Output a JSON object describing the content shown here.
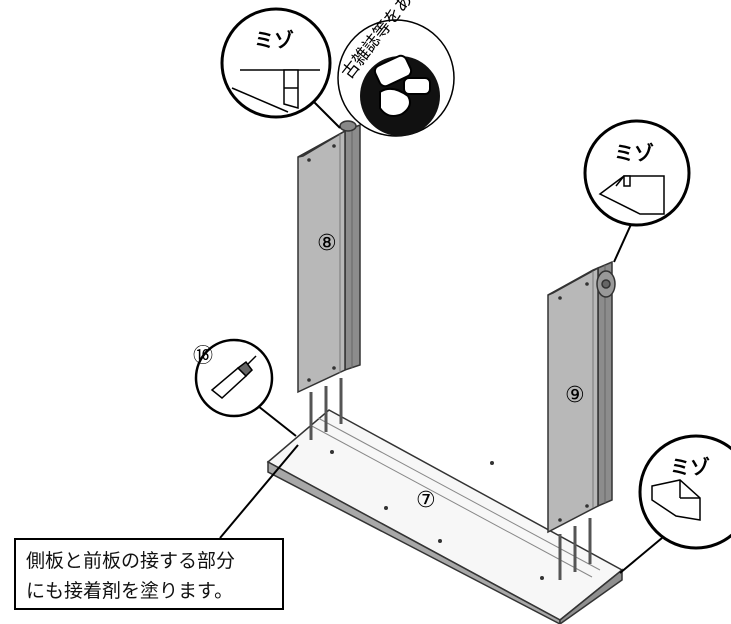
{
  "labels": {
    "groove_label": "ミゾ",
    "hammer_note": "古雑誌等をあてて木!",
    "part_8": "⑧",
    "part_9": "⑨",
    "part_7": "⑦",
    "part_16": "⑯"
  },
  "instruction": {
    "line1": "側板と前板の接する部分",
    "line2": "にも接着剤を塗ります。"
  }
}
